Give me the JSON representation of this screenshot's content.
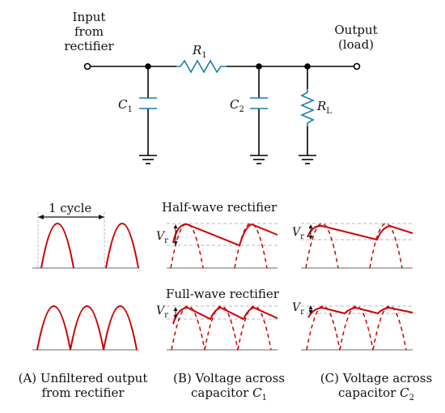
{
  "circuit": {
    "input_label": [
      "Input",
      "from",
      "rectifier"
    ],
    "output_label": [
      "Output",
      "(load)"
    ],
    "r1": {
      "symbol": "R",
      "sub": "1"
    },
    "c1": {
      "symbol": "C",
      "sub": "1"
    },
    "c2": {
      "symbol": "C",
      "sub": "2"
    },
    "rl": {
      "symbol": "R",
      "sub": "L"
    }
  },
  "waveforms": {
    "cycle_label": "1 cycle",
    "half_wave_title": "Half-wave rectifier",
    "full_wave_title": "Full-wave rectifier",
    "ripple_label": {
      "symbol": "V",
      "sub": "r"
    }
  },
  "captions": {
    "a": [
      "(A) Unfiltered output",
      "from rectifier"
    ],
    "b": {
      "line1": "(B) Voltage across",
      "line2_text": "capacitor ",
      "symbol": "C",
      "sub": "1"
    },
    "c": {
      "line1": "(C) Voltage across",
      "line2_text": "capacitor ",
      "symbol": "C",
      "sub": "2"
    }
  },
  "colors": {
    "wire": "#000000",
    "component": "#1a7fa8",
    "waveform": "#cc0000",
    "guide": "#b5b5c8",
    "axis": "#888888"
  }
}
